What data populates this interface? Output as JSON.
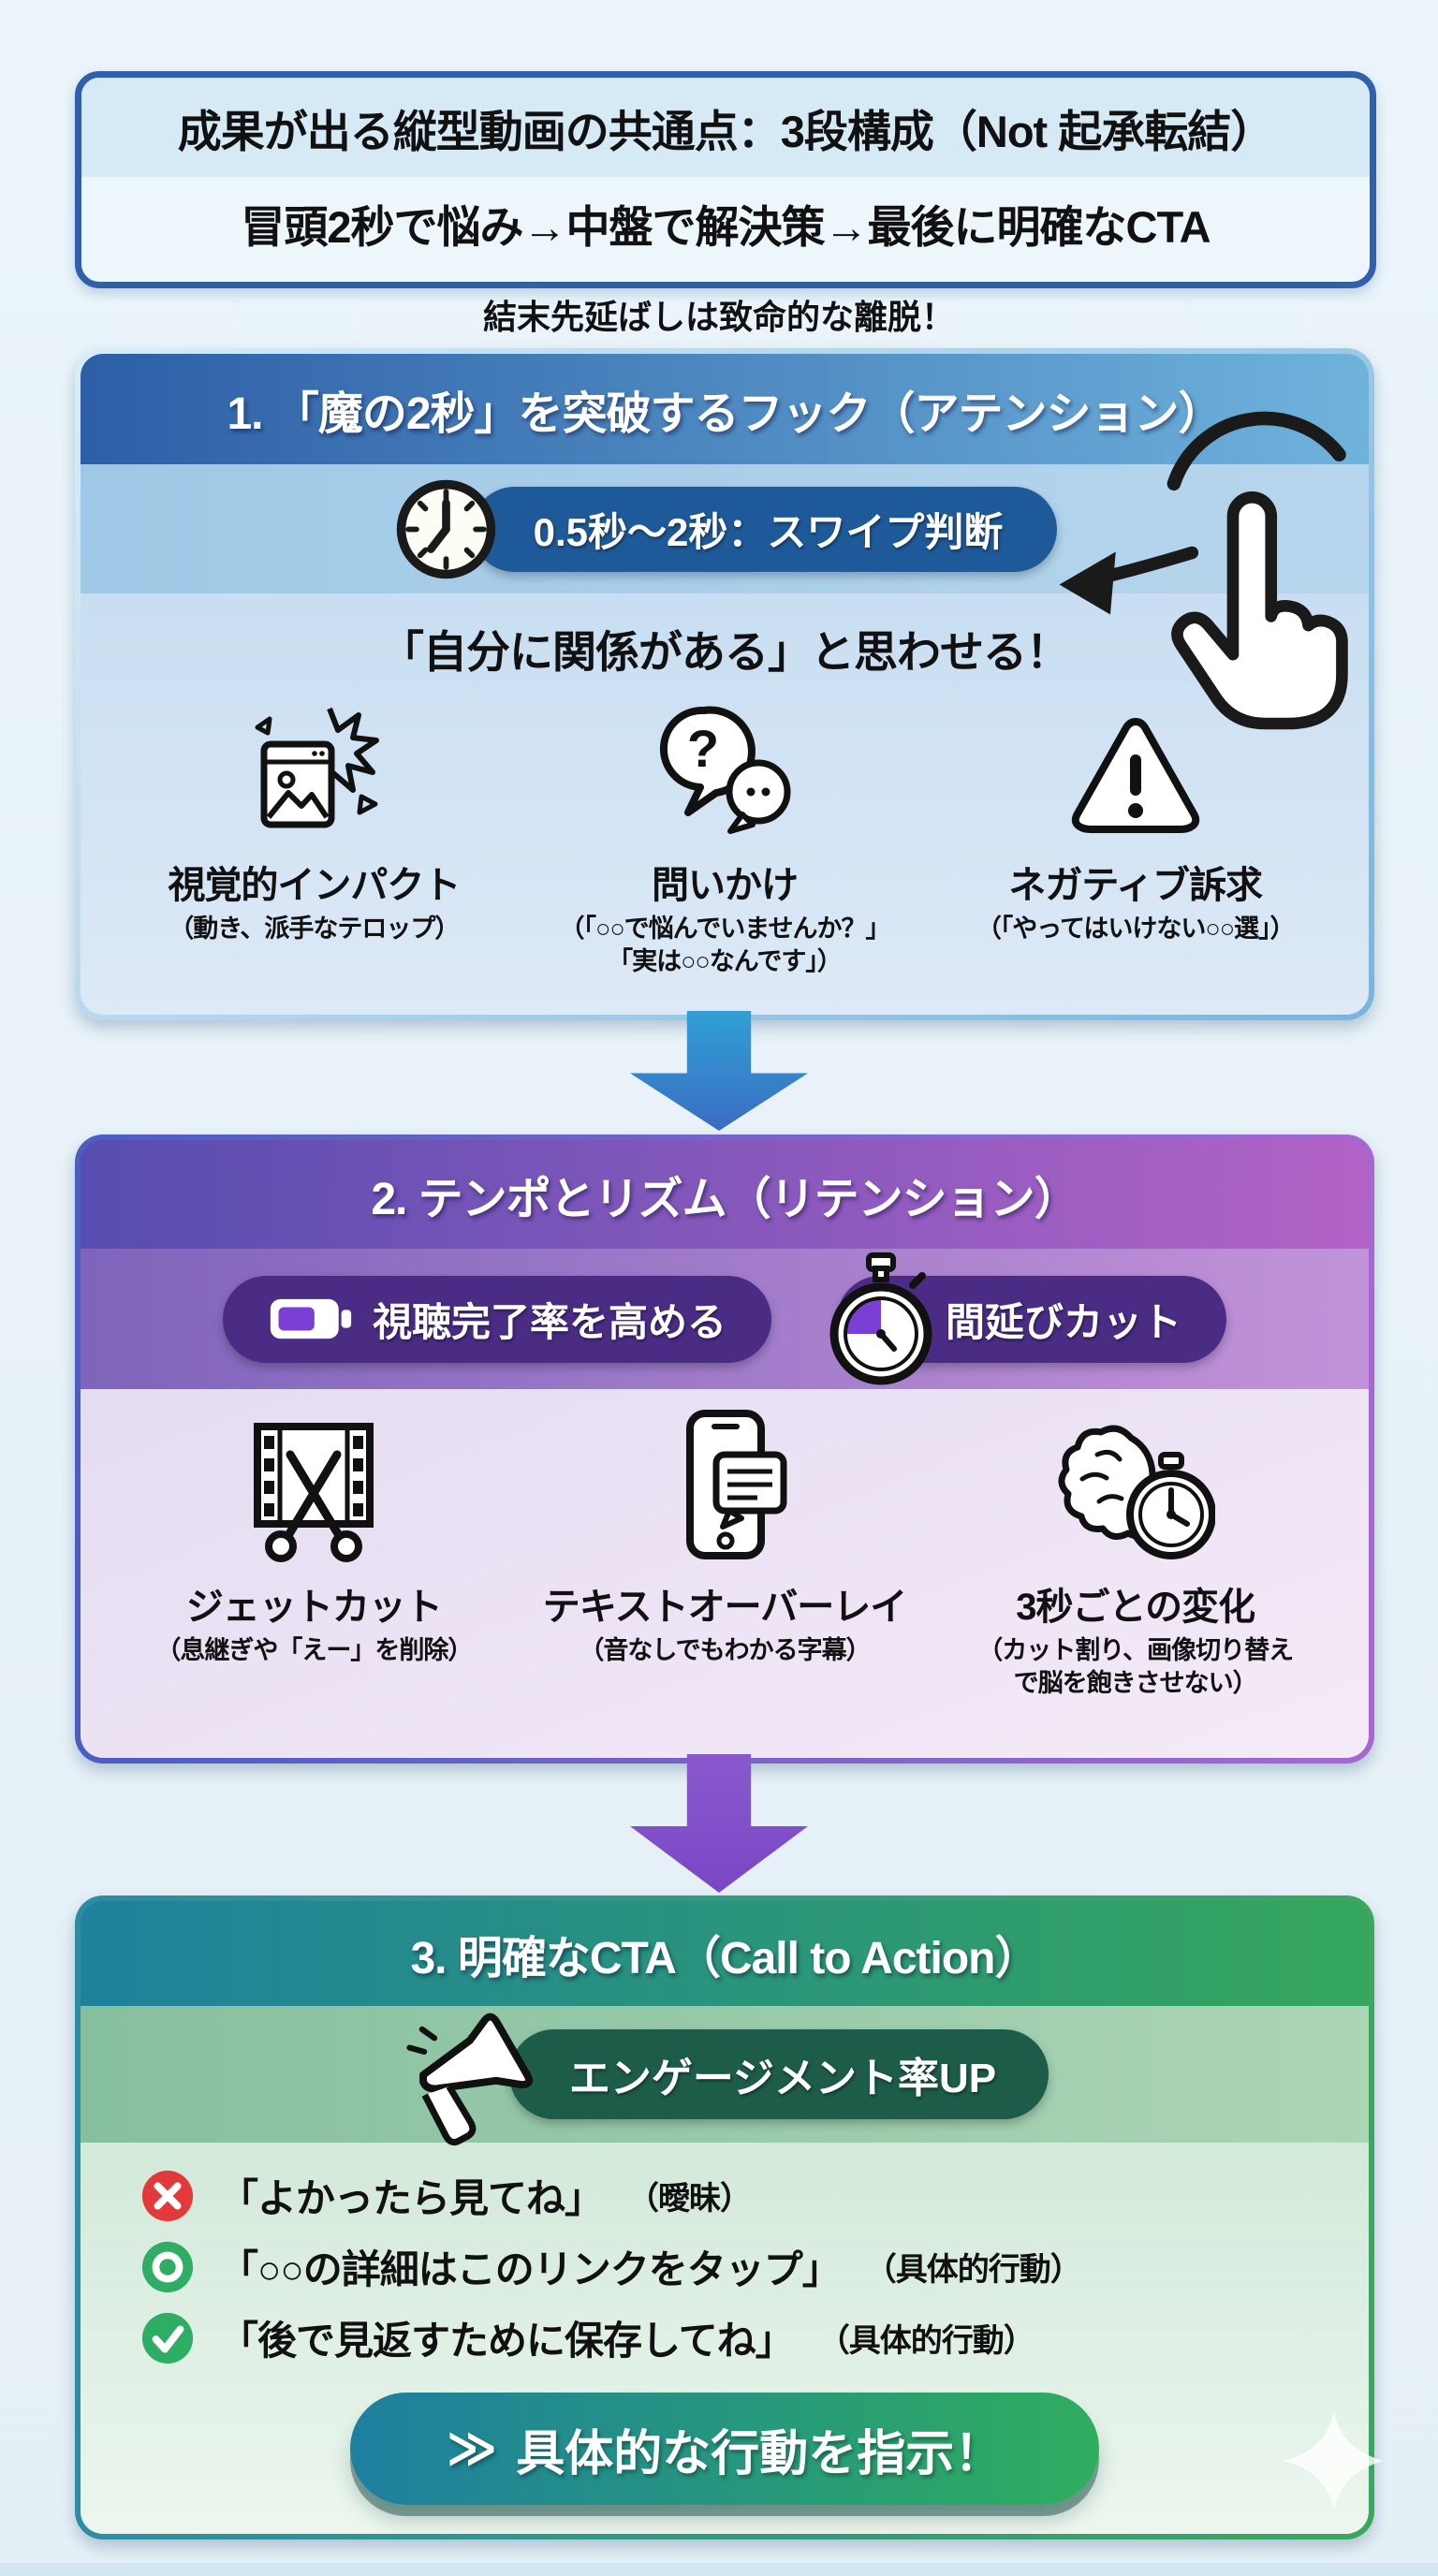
{
  "header": {
    "line1": "成果が出る縦型動画の共通点：3段構成（Not 起承転結）",
    "line2": "冒頭2秒で悩み→中盤で解決策→最後に明確なCTA"
  },
  "tagline": "結末先延ばしは致命的な離脱！",
  "section1": {
    "heading": "1. 「魔の2秒」を突破するフック（アテンション）",
    "badge": "0.5秒～2秒：スワイプ判断",
    "subheading": "「自分に関係がある」と思わせる！",
    "items": [
      {
        "icon": "visual-impact-icon",
        "label": "視覚的インパクト",
        "note1": "（動き、派手なテロップ）",
        "note2": ""
      },
      {
        "icon": "question-bubbles-icon",
        "label": "問いかけ",
        "note1": "（「○○で悩んでいませんか？」",
        "note2": "「実は○○なんです」）"
      },
      {
        "icon": "warning-triangle-icon",
        "label": "ネガティブ訴求",
        "note1": "（「やってはいけない○○選」）",
        "note2": ""
      }
    ]
  },
  "section2": {
    "heading": "2. テンポとリズム（リテンション）",
    "badge1": "視聴完了率を高める",
    "badge2": "間延びカット",
    "items": [
      {
        "icon": "film-scissors-icon",
        "label": "ジェットカット",
        "note1": "（息継ぎや「えー」を削除）",
        "note2": ""
      },
      {
        "icon": "phone-caption-icon",
        "label": "テキストオーバーレイ",
        "note1": "（音なしでもわかる字幕）",
        "note2": ""
      },
      {
        "icon": "brain-timer-icon",
        "label": "3秒ごとの変化",
        "note1": "（カット割り、画像切り替え",
        "note2": "で脳を飽きさせない）"
      }
    ]
  },
  "section3": {
    "heading": "3. 明確なCTA（Call to Action）",
    "badge": "エンゲージメント率UP",
    "list": [
      {
        "icon": "cross-circle-icon",
        "text": "「よかったら見てね」",
        "tag": "（曖昧）"
      },
      {
        "icon": "circle-ok-icon",
        "text": "「○○の詳細はこのリンクをタップ」",
        "tag": "（具体的行動）"
      },
      {
        "icon": "check-circle-icon",
        "text": "「後で見返すために保存してね」",
        "tag": "（具体的行動）"
      }
    ],
    "cta_prefix": "≫",
    "cta": "具体的な行動を指示！"
  },
  "colors": {
    "background": "#e8f2f8",
    "header_border": "#3060ac",
    "sec1_gradient": [
      "#2d5ea6",
      "#6fb3dc"
    ],
    "sec1_pill": "#1e5a99",
    "sec2_gradient": [
      "#574db0",
      "#b363c7"
    ],
    "sec2_pill": "#4a2c85",
    "sec3_gradient": [
      "#1f819c",
      "#35a65c"
    ],
    "sec3_pill": "#1c5c49",
    "bad_red": "#e23a3a",
    "good_green": "#2fad65",
    "cta_gradient": [
      "#1e7f9f",
      "#2fad5e"
    ]
  }
}
